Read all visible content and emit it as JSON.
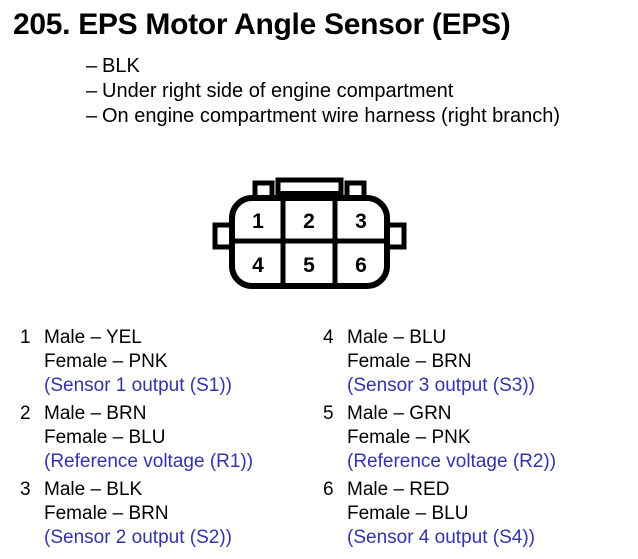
{
  "header": {
    "title": "205. EPS Motor Angle Sensor (EPS)",
    "notes": [
      {
        "dash": "–",
        "text": "BLK"
      },
      {
        "dash": "–",
        "text": "Under right side of engine compartment"
      },
      {
        "dash": "–",
        "text": "On engine compartment wire harness (right branch)"
      }
    ]
  },
  "connector": {
    "name": "6-pin-connector-face-view",
    "pin_labels": [
      "1",
      "2",
      "3",
      "4",
      "5",
      "6"
    ],
    "rows": 2,
    "columns": 3,
    "outline_color": "#000000",
    "fill_color": "#ffffff"
  },
  "pins": {
    "function_color": "#3333aa",
    "left": [
      {
        "index": "1",
        "male": "Male – YEL",
        "female": "Female – PNK",
        "function": "(Sensor 1 output (S1))"
      },
      {
        "index": "2",
        "male": "Male – BRN",
        "female": "Female – BLU",
        "function": "(Reference voltage (R1))"
      },
      {
        "index": "3",
        "male": "Male – BLK",
        "female": "Female – BRN",
        "function": "(Sensor 2 output (S2))"
      }
    ],
    "right": [
      {
        "index": "4",
        "male": "Male – BLU",
        "female": "Female – BRN",
        "function": "(Sensor 3 output (S3))"
      },
      {
        "index": "5",
        "male": "Male – GRN",
        "female": "Female – PNK",
        "function": "(Reference voltage (R2))"
      },
      {
        "index": "6",
        "male": "Male – RED",
        "female": "Female – BLU",
        "function": "(Sensor 4 output (S4))"
      }
    ]
  }
}
